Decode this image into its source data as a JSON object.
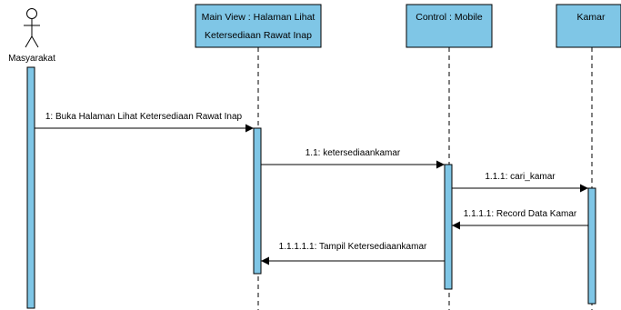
{
  "colors": {
    "lifeline_head_fill": "#7fc6e6",
    "activation_fill": "#7fc6e6",
    "stroke": "#000000",
    "background": "#ffffff"
  },
  "actor": {
    "name": "Masyarakat",
    "icon": "stick-figure-actor-icon"
  },
  "lifelines": [
    {
      "line1": "Main View : Halaman Lihat",
      "line2": "Ketersediaan Rawat Inap"
    },
    {
      "line1": "Control : Mobile",
      "line2": ""
    },
    {
      "line1": "Kamar",
      "line2": ""
    }
  ],
  "messages": [
    {
      "label": "1: Buka Halaman Lihat Ketersediaan Rawat Inap",
      "kind": "synchronous"
    },
    {
      "label": "1.1: ketersediaankamar",
      "kind": "synchronous"
    },
    {
      "label": "1.1.1: cari_kamar",
      "kind": "synchronous"
    },
    {
      "label": "1.1.1.1: Record Data Kamar",
      "kind": "return"
    },
    {
      "label": "1.1.1.1.1: Tampil Ketersediaankamar",
      "kind": "return"
    }
  ]
}
